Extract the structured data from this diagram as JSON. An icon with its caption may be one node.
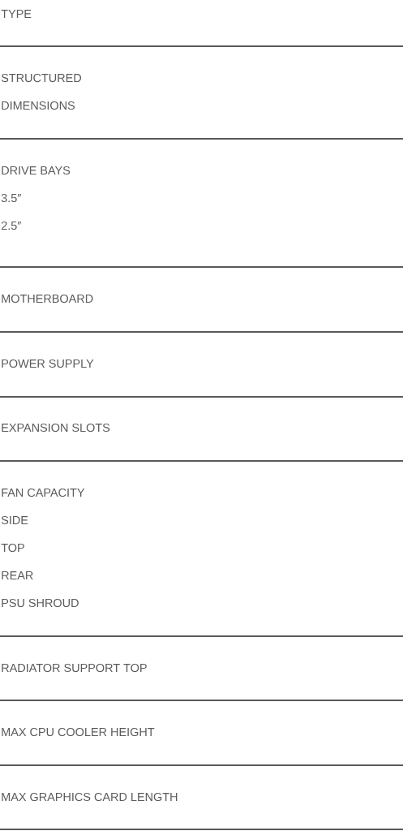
{
  "diagram": {
    "labels": [
      "TYPE",
      "STRUCTURED",
      "DIMENSIONS",
      "DRIVE BAYS",
      "3.5″",
      "2.5″",
      "MOTHERBOARD",
      "POWER SUPPLY",
      "EXPANSION SLOTS",
      "FAN CAPACITY",
      "SIDE",
      "TOP",
      "REAR",
      "PSU SHROUD",
      "RADIATOR SUPPORT TOP",
      "MAX CPU COOLER HEIGHT",
      "MAX GRAPHICS CARD LENGTH"
    ]
  }
}
